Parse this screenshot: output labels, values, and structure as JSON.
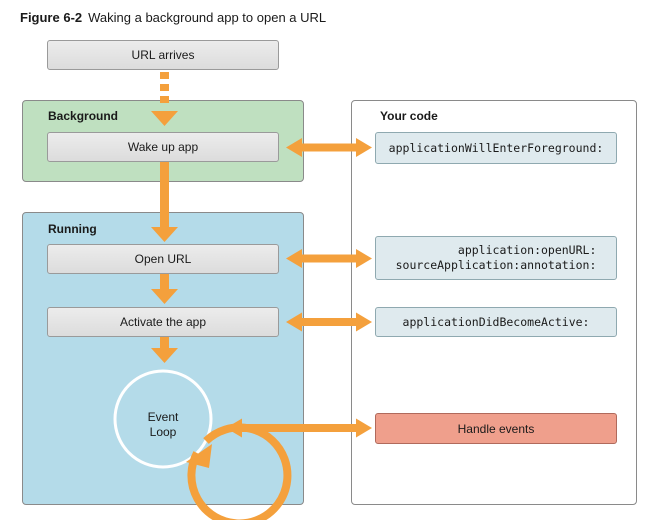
{
  "caption": {
    "figure": "Figure 6-2",
    "text": "Waking a background app to open a URL"
  },
  "url_arrives": "URL arrives",
  "background": {
    "title": "Background",
    "wake_up": "Wake up app"
  },
  "running": {
    "title": "Running",
    "open_url": "Open URL",
    "activate": "Activate the app",
    "event_loop": "Event\nLoop"
  },
  "your_code": {
    "title": "Your code",
    "will_enter_foreground": "applicationWillEnterForeground:",
    "open_url_method": "application:openURL:\nsourceApplication:annotation:",
    "did_become_active": "applicationDidBecomeActive:",
    "handle_events": "Handle events"
  },
  "colors": {
    "arrow": "#f4a03c",
    "background_section": "#bfe0c0",
    "running_section": "#b4dbe9",
    "handle_events": "#ef9f8c"
  }
}
